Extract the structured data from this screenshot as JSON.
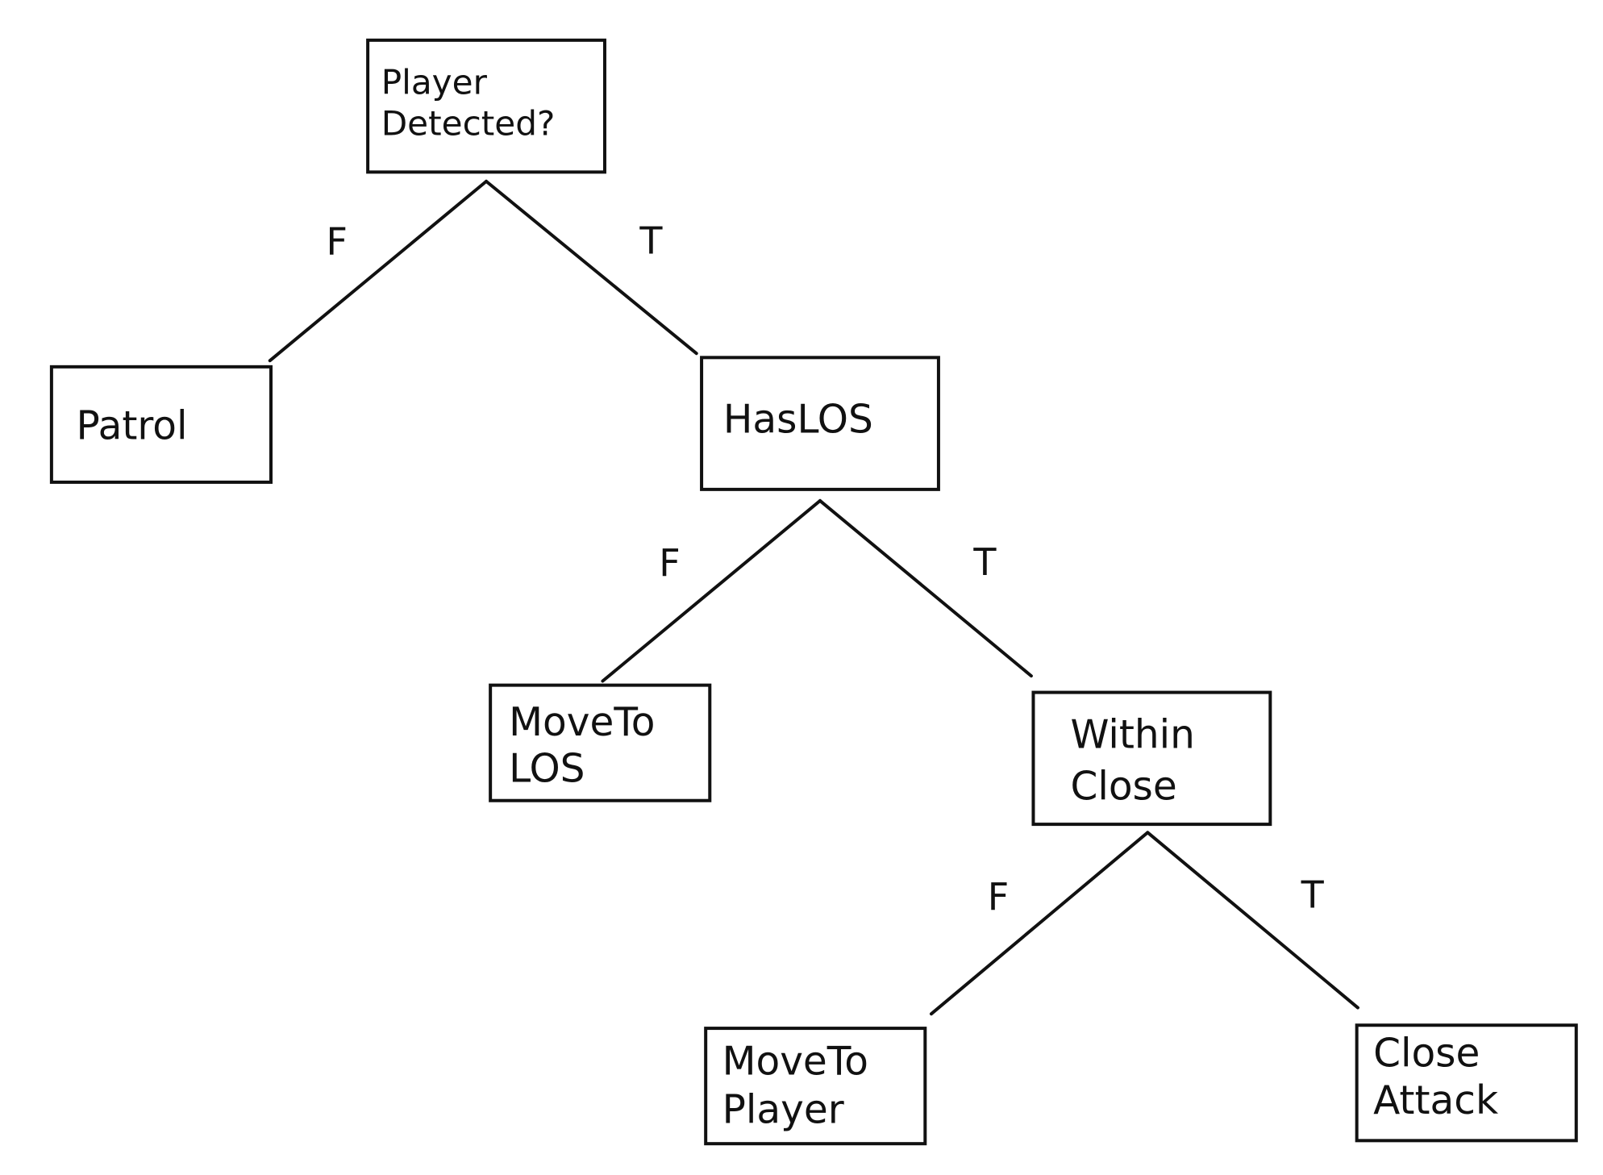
{
  "diagram": {
    "title": "",
    "nodes": [
      {
        "id": "player-detected",
        "lines": [
          "Player",
          "Detected?"
        ],
        "kind": "decision"
      },
      {
        "id": "patrol",
        "lines": [
          "Patrol"
        ],
        "kind": "action"
      },
      {
        "id": "has-los",
        "lines": [
          "HasLOS"
        ],
        "kind": "decision"
      },
      {
        "id": "move-to-los",
        "lines": [
          "MoveTo",
          "LOS"
        ],
        "kind": "action"
      },
      {
        "id": "within-close",
        "lines": [
          "Within",
          "Close"
        ],
        "kind": "decision"
      },
      {
        "id": "move-to-player",
        "lines": [
          "MoveTo",
          "Player"
        ],
        "kind": "action"
      },
      {
        "id": "close-attack",
        "lines": [
          "Close",
          "Attack"
        ],
        "kind": "action"
      }
    ],
    "edges": [
      {
        "from": "player-detected",
        "to": "patrol",
        "label": "F"
      },
      {
        "from": "player-detected",
        "to": "has-los",
        "label": "T"
      },
      {
        "from": "has-los",
        "to": "move-to-los",
        "label": "F"
      },
      {
        "from": "has-los",
        "to": "within-close",
        "label": "T"
      },
      {
        "from": "within-close",
        "to": "move-to-player",
        "label": "F"
      },
      {
        "from": "within-close",
        "to": "close-attack",
        "label": "T"
      }
    ]
  }
}
